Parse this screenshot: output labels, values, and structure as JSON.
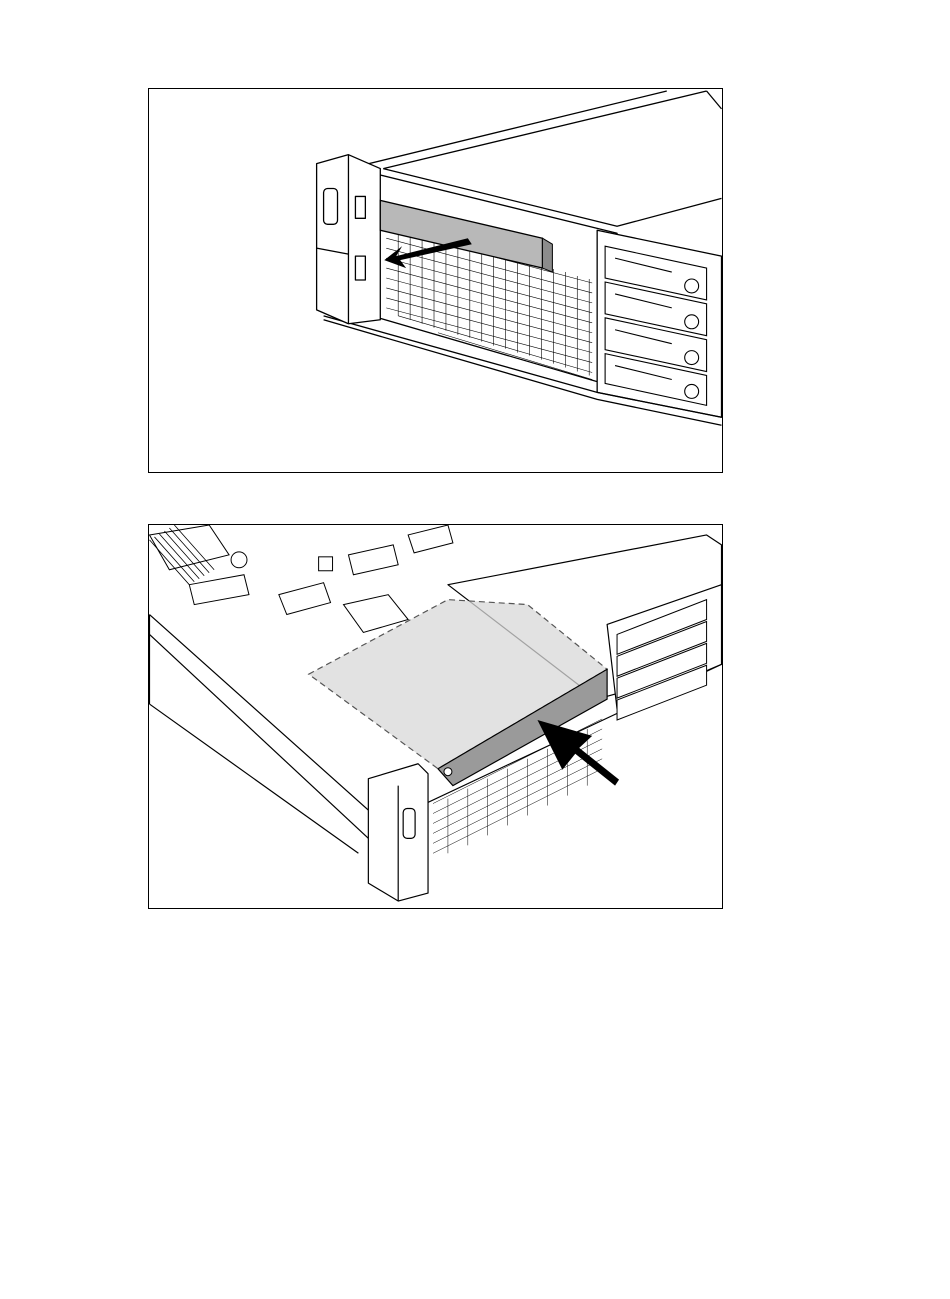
{
  "document": {
    "figures": [
      {
        "id": "fig1",
        "step": "remove-optical-drive-blank",
        "arrow_direction": "outward",
        "colors": {
          "line": "#000000",
          "blank": "#b8b8b8",
          "arrow": "#000000"
        }
      },
      {
        "id": "fig2",
        "step": "install-optical-drive",
        "arrow_direction": "inward",
        "colors": {
          "line": "#000000",
          "drive": "#d8d8d8",
          "drive_front": "#9a9a9a",
          "arrow": "#000000"
        }
      }
    ]
  }
}
